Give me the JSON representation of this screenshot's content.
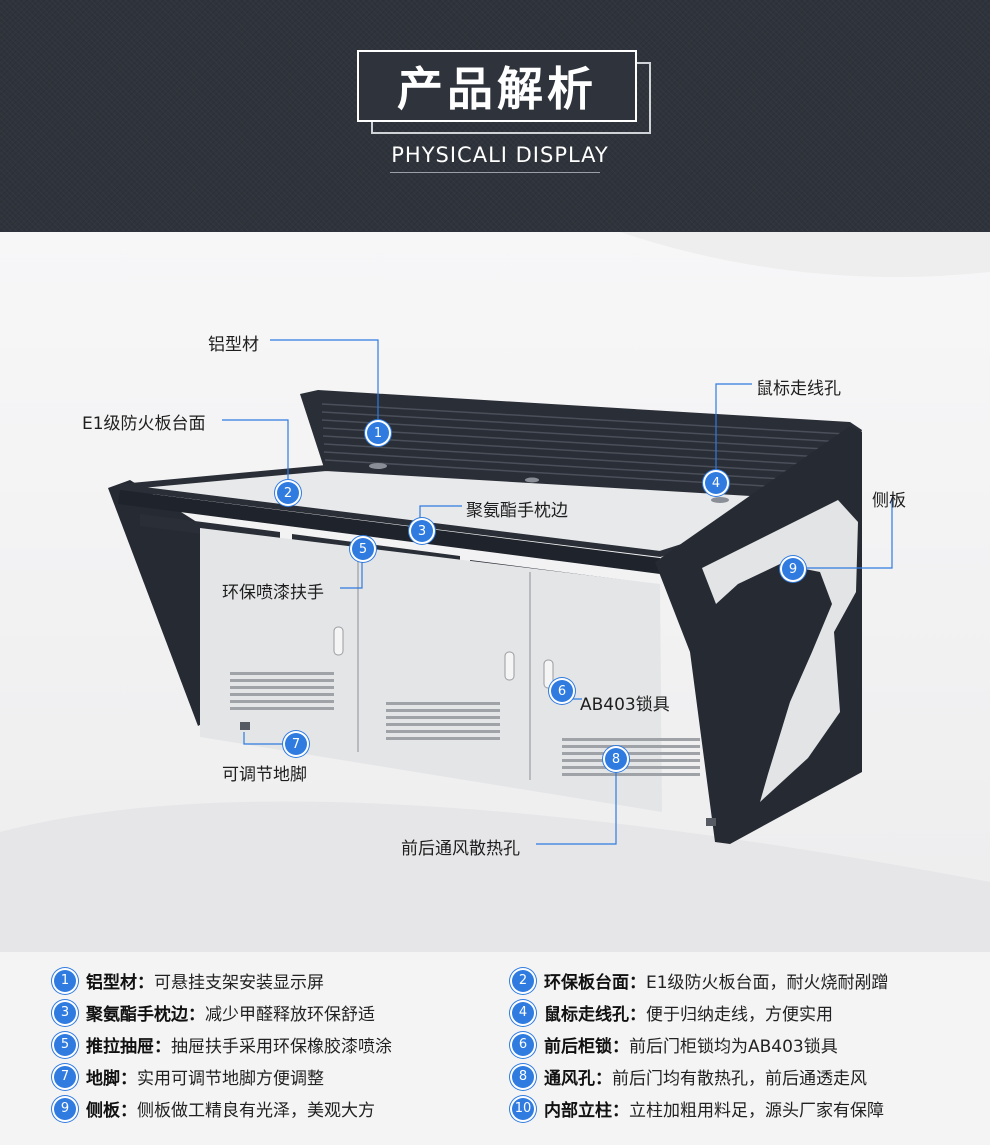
{
  "header": {
    "title": "产品解析",
    "subtitle": "PHYSICALI DISPLAY"
  },
  "callouts": [
    {
      "num": "1",
      "label": "铝型材"
    },
    {
      "num": "2",
      "label": "E1级防火板台面"
    },
    {
      "num": "3",
      "label": "聚氨酯手枕边"
    },
    {
      "num": "4",
      "label": "鼠标走线孔"
    },
    {
      "num": "5",
      "label": "环保喷漆扶手"
    },
    {
      "num": "6",
      "label": "AB403锁具"
    },
    {
      "num": "7",
      "label": "可调节地脚"
    },
    {
      "num": "8",
      "label": "前后通风散热孔"
    },
    {
      "num": "9",
      "label": "侧板"
    }
  ],
  "features": [
    {
      "num": "1",
      "key": "铝型材：",
      "value": "可悬挂支架安装显示屏"
    },
    {
      "num": "2",
      "key": "环保板台面：",
      "value": "E1级防火板台面，耐火烧耐剐蹭"
    },
    {
      "num": "3",
      "key": "聚氨酯手枕边：",
      "value": "减少甲醛释放环保舒适"
    },
    {
      "num": "4",
      "key": "鼠标走线孔：",
      "value": "便于归纳走线，方便实用"
    },
    {
      "num": "5",
      "key": "推拉抽屉：",
      "value": "抽屉扶手采用环保橡胶漆喷涂"
    },
    {
      "num": "6",
      "key": "前后柜锁：",
      "value": "前后门柜锁均为AB403锁具"
    },
    {
      "num": "7",
      "key": "地脚：",
      "value": "实用可调节地脚方便调整"
    },
    {
      "num": "8",
      "key": "通风孔：",
      "value": "前后门均有散热孔，前后通透走风"
    },
    {
      "num": "9",
      "key": "侧板：",
      "value": "侧板做工精良有光泽，美观大方"
    },
    {
      "num": "10",
      "key": "内部立柱：",
      "value": "立柱加粗用料足，源头厂家有保障"
    }
  ],
  "colors": {
    "header_bg": "#2f333b",
    "accent": "#2f7be0",
    "desk_dark": "#262a33",
    "desk_light": "#e3e4e6"
  }
}
